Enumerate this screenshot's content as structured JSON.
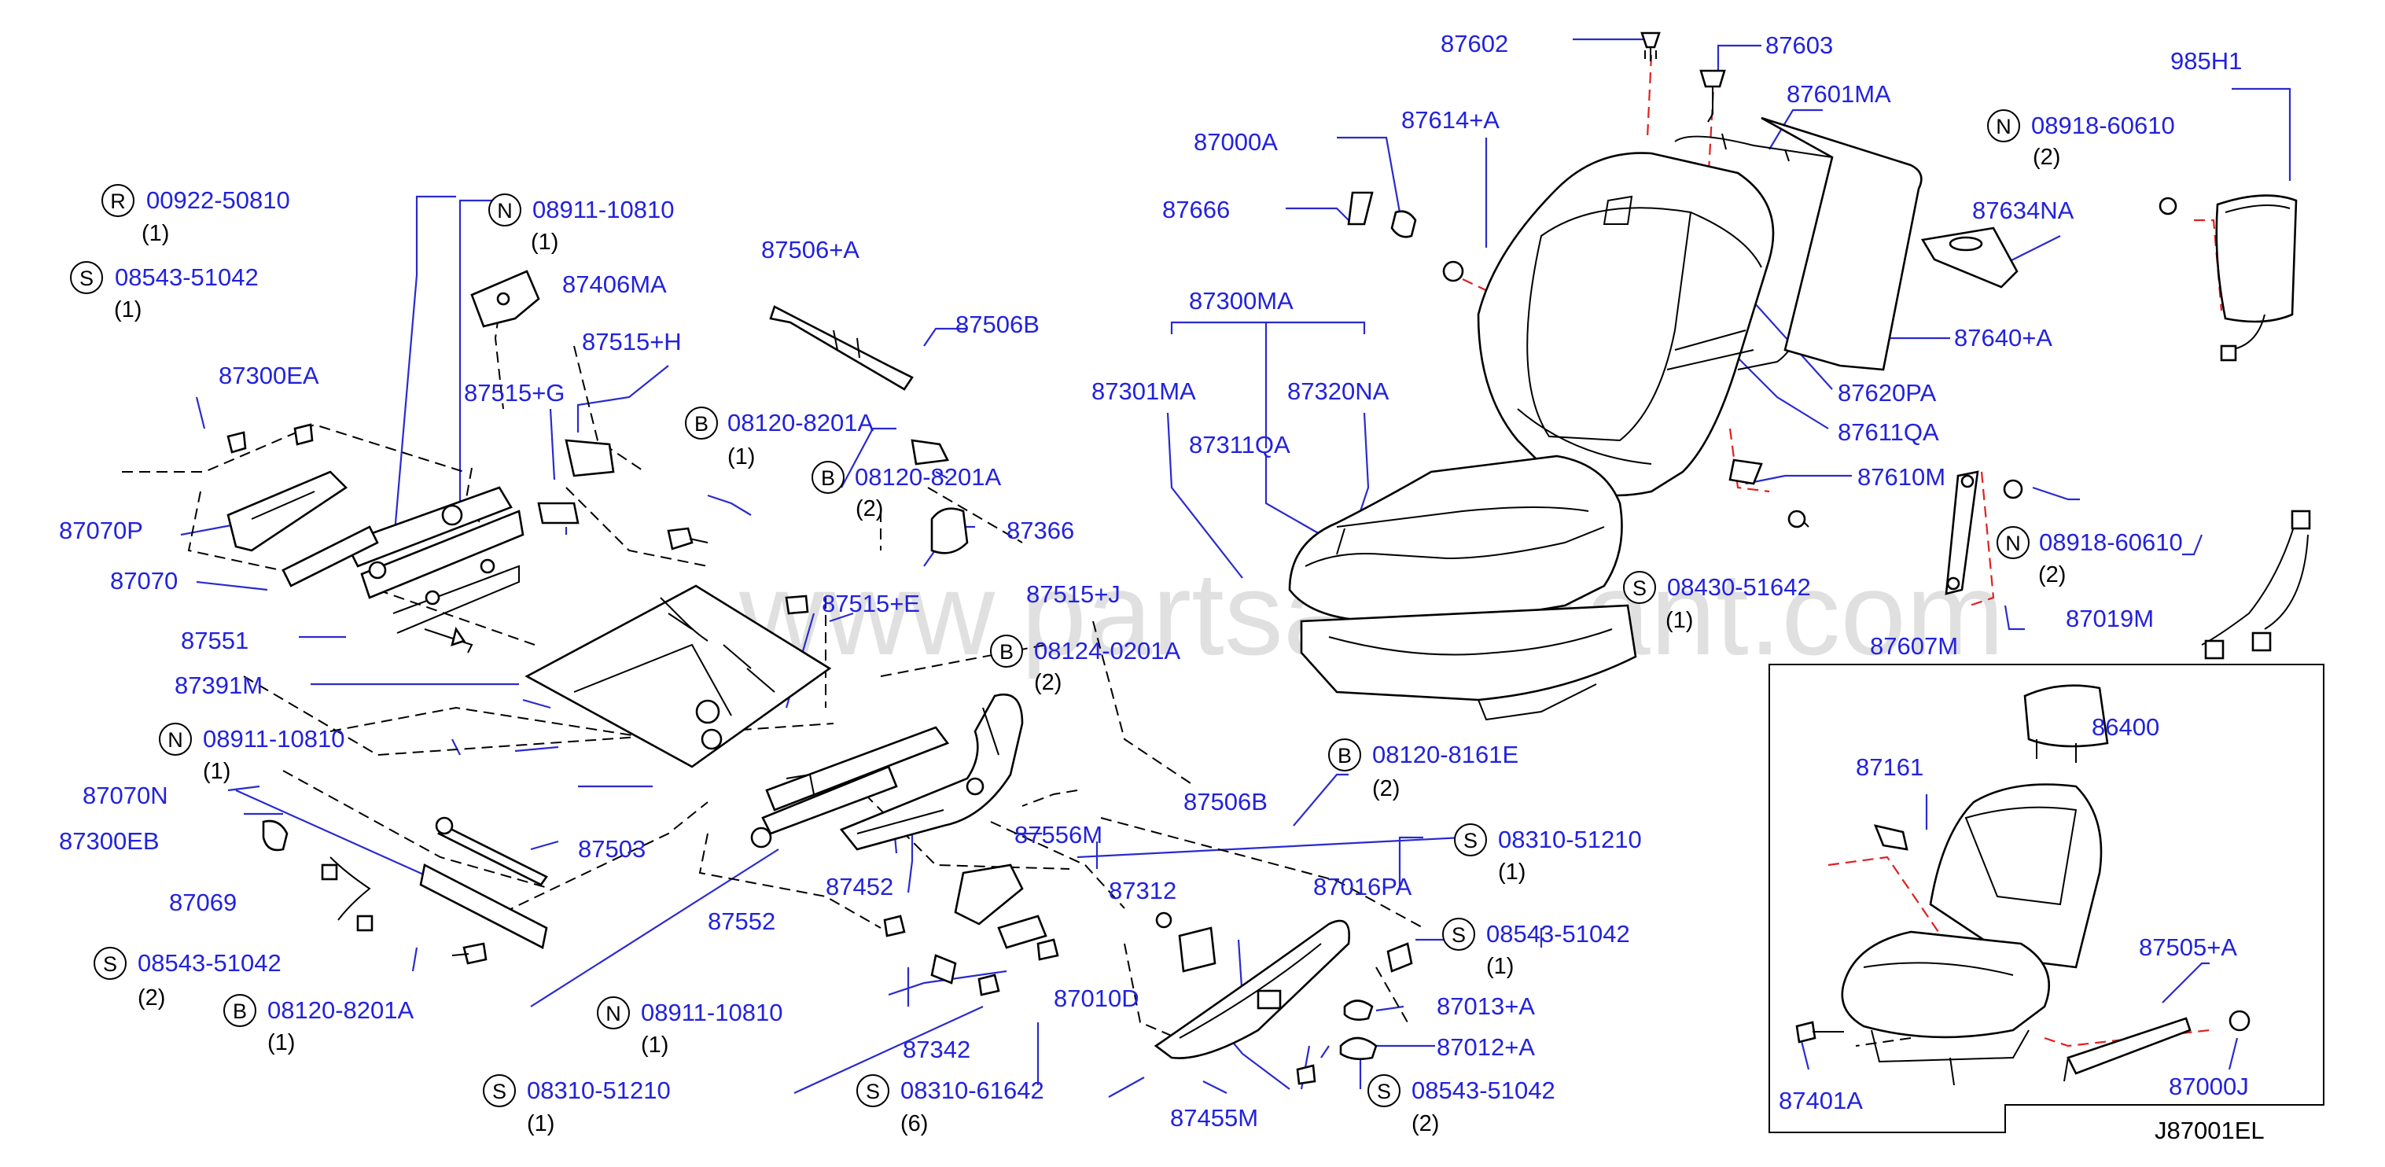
{
  "diagram_code": "J87001EL",
  "watermark": "www.partsassistant.com",
  "colors": {
    "part_number": "#2222dd",
    "leader": "#2a2ad0",
    "outline": "#000000",
    "link_dash": "#e02020"
  },
  "labels": [
    {
      "text": "87602"
    },
    {
      "text": "87603"
    },
    {
      "text": "87601MA"
    },
    {
      "text": "985H1"
    },
    {
      "text": "87000A"
    },
    {
      "text": "87614+A"
    },
    {
      "text": "87666"
    },
    {
      "text": "87634NA"
    },
    {
      "text": "87640+A"
    },
    {
      "text": "87300MA"
    },
    {
      "text": "87301MA"
    },
    {
      "text": "87320NA"
    },
    {
      "text": "87620PA"
    },
    {
      "text": "87611QA"
    },
    {
      "text": "87311QA"
    },
    {
      "text": "87610M"
    },
    {
      "text": "87607M"
    },
    {
      "text": "87019M"
    },
    {
      "text": "87506+A"
    },
    {
      "text": "87506B"
    },
    {
      "text": "87406MA"
    },
    {
      "text": "87515+H"
    },
    {
      "text": "87515+G"
    },
    {
      "text": "87300EA"
    },
    {
      "text": "87070P"
    },
    {
      "text": "87070"
    },
    {
      "text": "87551"
    },
    {
      "text": "87391M"
    },
    {
      "text": "87366"
    },
    {
      "text": "87515+E"
    },
    {
      "text": "87515+J"
    },
    {
      "text": "87506B"
    },
    {
      "text": "87070N"
    },
    {
      "text": "87300EB"
    },
    {
      "text": "87503"
    },
    {
      "text": "87069"
    },
    {
      "text": "87552"
    },
    {
      "text": "87452"
    },
    {
      "text": "87556M"
    },
    {
      "text": "87312"
    },
    {
      "text": "87016PA"
    },
    {
      "text": "87342"
    },
    {
      "text": "87010D"
    },
    {
      "text": "87013+A"
    },
    {
      "text": "87012+A"
    },
    {
      "text": "87455M"
    },
    {
      "text": "86400"
    },
    {
      "text": "87161"
    },
    {
      "text": "87505+A"
    },
    {
      "text": "87401A"
    },
    {
      "text": "87000J"
    }
  ],
  "callouts": [
    {
      "badge": "R",
      "part": "00922-50810",
      "qty": "(1)"
    },
    {
      "badge": "S",
      "part": "08543-51042",
      "qty": "(1)"
    },
    {
      "badge": "N",
      "part": "08911-10810",
      "qty": "(1)"
    },
    {
      "badge": "N",
      "part": "08918-60610",
      "qty": "(2)"
    },
    {
      "badge": "B",
      "part": "08120-8201A",
      "qty": "(1)"
    },
    {
      "badge": "B",
      "part": "08120-8201A",
      "qty": "(2)"
    },
    {
      "badge": "S",
      "part": "08430-51642",
      "qty": "(1)"
    },
    {
      "badge": "N",
      "part": "08918-60610",
      "qty": "(2)"
    },
    {
      "badge": "B",
      "part": "08124-0201A",
      "qty": "(2)"
    },
    {
      "badge": "B",
      "part": "08120-8161E",
      "qty": "(2)"
    },
    {
      "badge": "N",
      "part": "08911-10810",
      "qty": "(1)"
    },
    {
      "badge": "S",
      "part": "08310-51210",
      "qty": "(1)"
    },
    {
      "badge": "S",
      "part": "08543-51042",
      "qty": "(1)"
    },
    {
      "badge": "S",
      "part": "08543-51042",
      "qty": "(2)"
    },
    {
      "badge": "B",
      "part": "08120-8201A",
      "qty": "(1)"
    },
    {
      "badge": "N",
      "part": "08911-10810",
      "qty": "(1)"
    },
    {
      "badge": "S",
      "part": "08310-51210",
      "qty": "(1)"
    },
    {
      "badge": "S",
      "part": "08310-61642",
      "qty": "(6)"
    },
    {
      "badge": "S",
      "part": "08543-51042",
      "qty": "(2)"
    }
  ]
}
